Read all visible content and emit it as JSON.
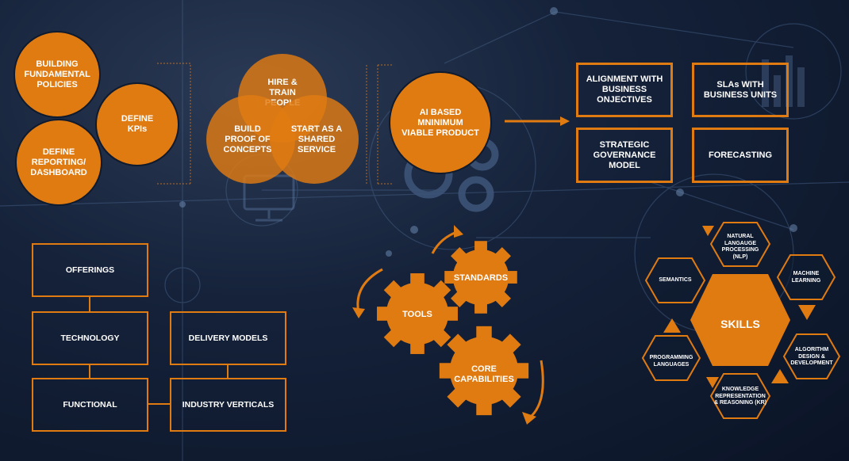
{
  "colors": {
    "accent": "#e07b12",
    "background": "#0f1b30"
  },
  "circles_left": {
    "policies": "BUILDING FUNDAMENTAL POLICIES",
    "kpis": "DEFINE KPIs",
    "reporting": "DEFINE REPORTING/ DASHBOARD"
  },
  "venn": {
    "hire": "HIRE & TRAIN PEOPLE",
    "build": "BUILD PROOF OF CONCEPTS",
    "shared": "START AS A SHARED SERVICE"
  },
  "mvp": "AI BASED MNINIMUM VIABLE PRODUCT",
  "grid_boxes": {
    "alignment": "ALIGNMENT WITH BUSINESS ONJECTIVES",
    "slas": "SLAs WITH BUSINESS UNITS",
    "governance": "STRATEGIC GOVERNANCE MODEL",
    "forecasting": "FORECASTING"
  },
  "org_boxes": {
    "offerings": "OFFERINGS",
    "technology": "TECHNOLOGY",
    "functional": "FUNCTIONAL",
    "delivery": "DELIVERY MODELS",
    "industry": "INDUSTRY VERTICALS"
  },
  "gears": {
    "tools": "TOOLS",
    "standards": "STANDARDS",
    "core": "CORE CAPABILITIES"
  },
  "skills": {
    "center": "SKILLS",
    "nlp": "NATURAL LANGAUGE PROCESSING (NLP)",
    "semantics": "SEMANTICS",
    "ml": "MACHINE LEARNING",
    "programming": "PROGRAMMING LANGUAGES",
    "algorithm": "ALGORITHM DESIGN & DEVELOPMENT",
    "kr": "KNOWLEDGE REPRESENTATION & REASONING (KR)"
  }
}
